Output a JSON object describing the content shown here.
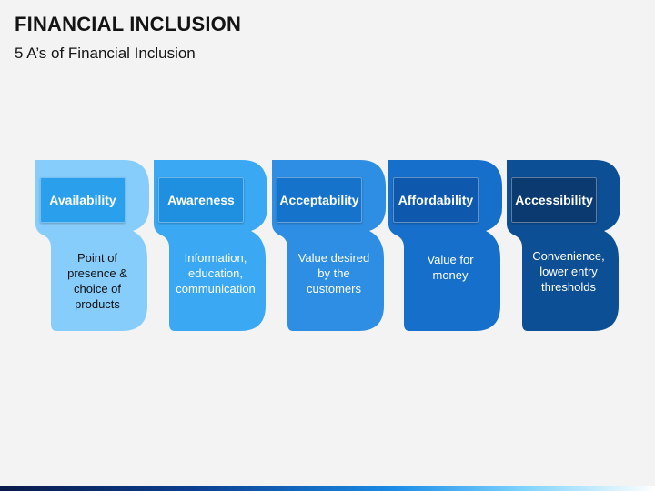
{
  "header": {
    "title": "FINANCIAL INCLUSION",
    "subtitle": "5 A’s  of Financial Inclusion"
  },
  "cards": [
    {
      "label": "Availability",
      "description": "Point of\npresence &\nchoice of\nproducts",
      "color": "#87cdfb",
      "label_color": "#2a9fec",
      "text_color": "#111111"
    },
    {
      "label": "Awareness",
      "description": "Information,\neducation,\ncommunication",
      "color": "#3aa8f2",
      "label_color": "#1f8fe0",
      "text_color": "#ffffff"
    },
    {
      "label": "Acceptability",
      "description": "Value desired\nby the\ncustomers",
      "color": "#2e8ee4",
      "label_color": "#1673cc",
      "text_color": "#ffffff"
    },
    {
      "label": "Affordability",
      "description": "Value for\nmoney",
      "color": "#1670cb",
      "label_color": "#0e58ad",
      "text_color": "#ffffff"
    },
    {
      "label": "Accessibility",
      "description": "Convenience,\nlower entry\nthresholds",
      "color": "#0c4f94",
      "label_color": "#0a3a70",
      "text_color": "#ffffff"
    }
  ]
}
